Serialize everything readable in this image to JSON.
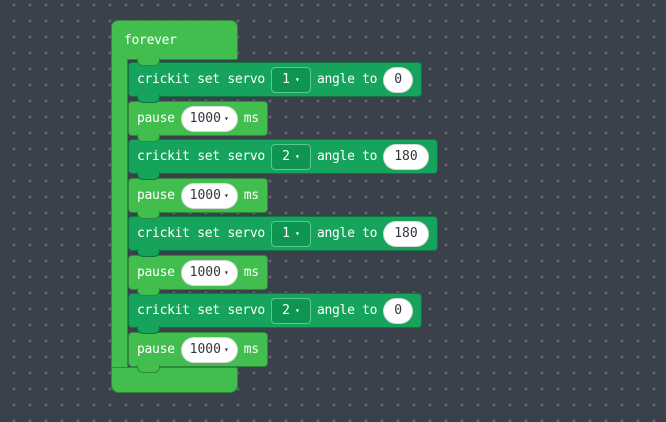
{
  "colors": {
    "workspace_bg": "#3A414B",
    "grid_dot": "#C2C8CE4D",
    "loops_green": "#42BE4F",
    "crickit_green": "#16A35C",
    "crickit_dropdown_bg": "#0E9552",
    "crickit_dropdown_border": "#5BC794",
    "field_bg": "#FFFFFF",
    "field_text": "#30353F"
  },
  "dropdown_icon": "▾",
  "forever_block": {
    "label": "forever"
  },
  "blocks": [
    {
      "kind": "crickit",
      "label_start": "crickit set servo",
      "servo": "1",
      "label_mid": "angle to",
      "angle": "0"
    },
    {
      "kind": "pause",
      "label_start": "pause",
      "duration": "1000",
      "label_end": "ms"
    },
    {
      "kind": "crickit",
      "label_start": "crickit set servo",
      "servo": "2",
      "label_mid": "angle to",
      "angle": "180"
    },
    {
      "kind": "pause",
      "label_start": "pause",
      "duration": "1000",
      "label_end": "ms"
    },
    {
      "kind": "crickit",
      "label_start": "crickit set servo",
      "servo": "1",
      "label_mid": "angle to",
      "angle": "180"
    },
    {
      "kind": "pause",
      "label_start": "pause",
      "duration": "1000",
      "label_end": "ms"
    },
    {
      "kind": "crickit",
      "label_start": "crickit set servo",
      "servo": "2",
      "label_mid": "angle to",
      "angle": "0"
    },
    {
      "kind": "pause",
      "label_start": "pause",
      "duration": "1000",
      "label_end": "ms"
    }
  ]
}
